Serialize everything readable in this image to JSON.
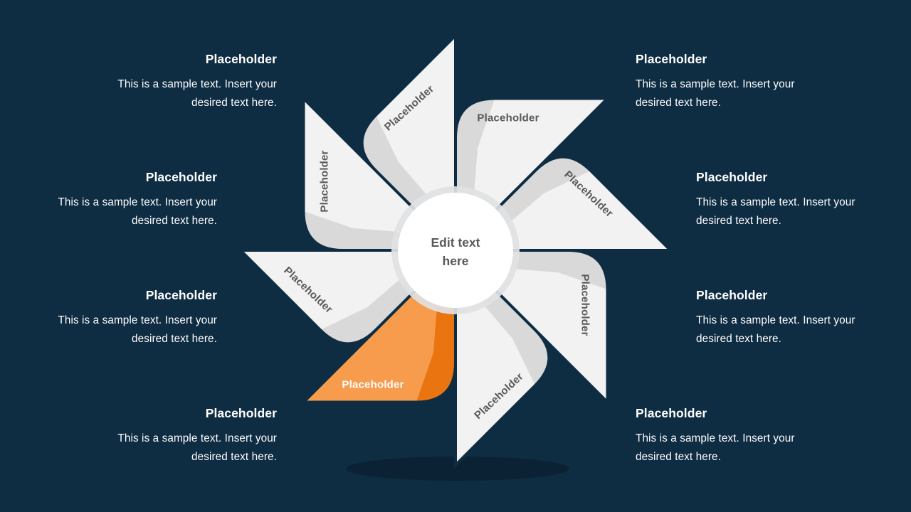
{
  "colors": {
    "background": "#0E2C42",
    "petal": "#F2F2F2",
    "petal_shade": "#D9D9D9",
    "accent": "#F79B4D",
    "accent_shade": "#E97410",
    "petal_label": "#595959",
    "accent_label": "#FFFFFF",
    "circle_ring": "#DFE2E4",
    "circle_fill": "#FFFFFF",
    "center_text": "#595959",
    "callout_text": "#FFFFFF",
    "ground_shadow": "#0A2133"
  },
  "center": {
    "line1": "Edit text",
    "line2": "here"
  },
  "petals": [
    {
      "label": "Placeholder"
    },
    {
      "label": "Placeholder"
    },
    {
      "label": "Placeholder"
    },
    {
      "label": "Placeholder"
    },
    {
      "label": "Placeholder"
    },
    {
      "label": "Placeholder"
    },
    {
      "label": "Placeholder"
    },
    {
      "label": "Placeholder"
    }
  ],
  "callouts": [
    {
      "title": "Placeholder",
      "body": "This is a sample text. Insert your\ndesired text here."
    },
    {
      "title": "Placeholder",
      "body": "This is a sample text. Insert your\ndesired text here."
    },
    {
      "title": "Placeholder",
      "body": "This is a sample text. Insert your\ndesired text here."
    },
    {
      "title": "Placeholder",
      "body": "This is a sample text. Insert your\ndesired text here."
    },
    {
      "title": "Placeholder",
      "body": "This is a sample text. Insert your\ndesired text here."
    },
    {
      "title": "Placeholder",
      "body": "This is a sample text. Insert your\ndesired text here."
    },
    {
      "title": "Placeholder",
      "body": "This is a sample text. Insert your\ndesired text here."
    },
    {
      "title": "Placeholder",
      "body": "This is a sample text. Insert your\ndesired text here."
    }
  ]
}
